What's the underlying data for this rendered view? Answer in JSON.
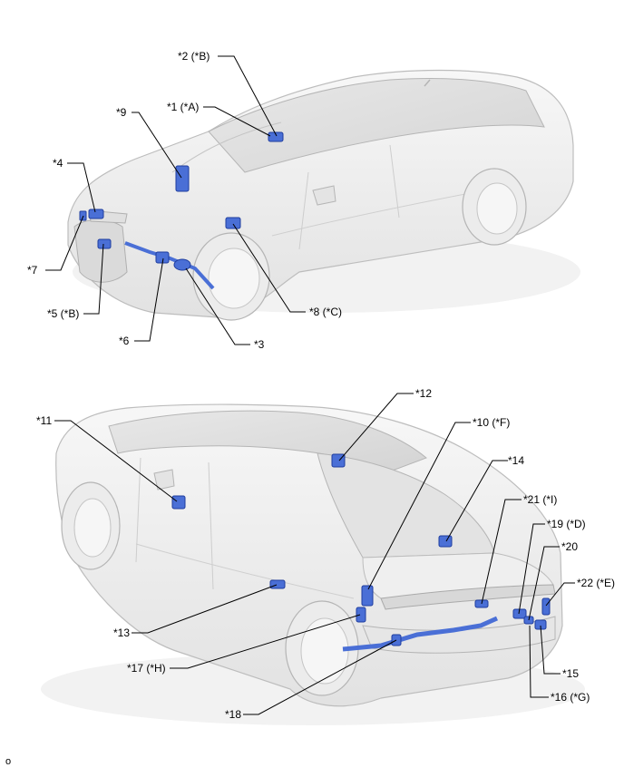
{
  "colors": {
    "part": "#4a6fd6",
    "part_dark": "#1f3d9e",
    "car_body": "#eeeeee",
    "car_line": "#b8b8b8",
    "leader": "#000000"
  },
  "top_view": {
    "callouts": [
      {
        "id": "c2",
        "label": "*2 (*B)"
      },
      {
        "id": "c1",
        "label": "*1 (*A)"
      },
      {
        "id": "c9",
        "label": "*9"
      },
      {
        "id": "c4",
        "label": "*4"
      },
      {
        "id": "c7",
        "label": "*7"
      },
      {
        "id": "c5",
        "label": "*5 (*B)"
      },
      {
        "id": "c6",
        "label": "*6"
      },
      {
        "id": "c3",
        "label": "*3"
      },
      {
        "id": "c8",
        "label": "*8 (*C)"
      }
    ]
  },
  "bottom_view": {
    "callouts": [
      {
        "id": "c11",
        "label": "*11"
      },
      {
        "id": "c12",
        "label": "*12"
      },
      {
        "id": "c10",
        "label": "*10 (*F)"
      },
      {
        "id": "c14",
        "label": "*14"
      },
      {
        "id": "c21",
        "label": "*21 (*I)"
      },
      {
        "id": "c19",
        "label": "*19 (*D)"
      },
      {
        "id": "c20",
        "label": "*20"
      },
      {
        "id": "c22",
        "label": "*22 (*E)"
      },
      {
        "id": "c13",
        "label": "*13"
      },
      {
        "id": "c17",
        "label": "*17 (*H)"
      },
      {
        "id": "c15",
        "label": "*15"
      },
      {
        "id": "c16",
        "label": "*16 (*G)"
      },
      {
        "id": "c18",
        "label": "*18"
      }
    ]
  },
  "footer": {
    "code": "o"
  }
}
